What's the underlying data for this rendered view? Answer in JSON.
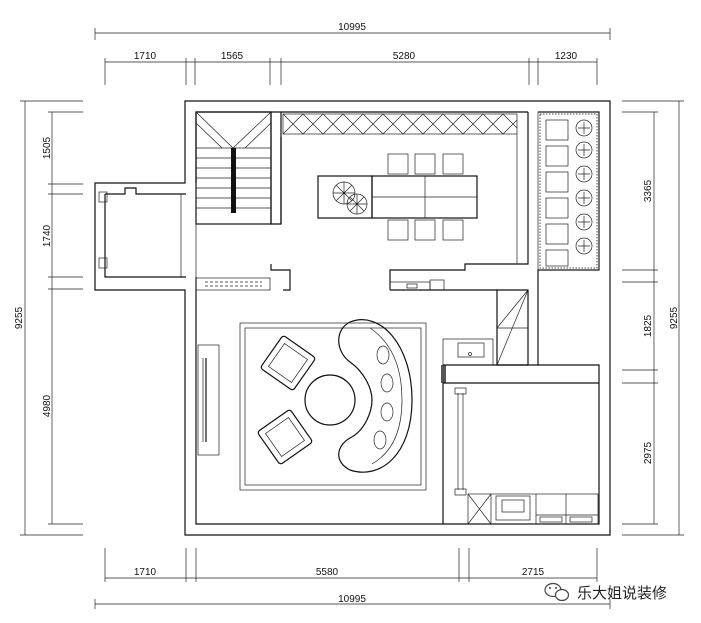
{
  "dimensions": {
    "top_total": "10995",
    "top_segments": [
      "1710",
      "1565",
      "5280",
      "1230"
    ],
    "bottom_total": "10995",
    "bottom_segments": [
      "1710",
      "5580",
      "2715"
    ],
    "left_total": "9255",
    "left_segments": [
      "1505",
      "1740",
      "4980"
    ],
    "right_total": "9255",
    "right_segments": [
      "3365",
      "1825",
      "2975"
    ]
  },
  "watermark": {
    "text": "乐大姐说装修",
    "icon": "wechat-icon"
  }
}
